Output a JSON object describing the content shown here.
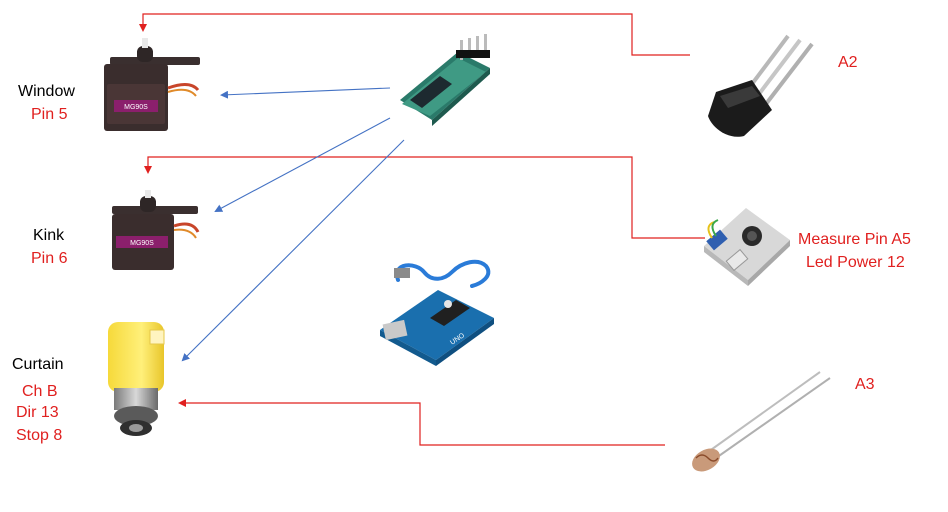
{
  "labels": {
    "window": {
      "name": "Window",
      "pin": "Pin 5"
    },
    "kink": {
      "name": "Kink",
      "pin": "Pin 6"
    },
    "curtain": {
      "name": "Curtain",
      "ch": "Ch B",
      "dir": "Dir 13",
      "stop": "Stop 8"
    },
    "temp_sensor": {
      "pin": "A2"
    },
    "dust_sensor": {
      "line1": "Measure Pin A5",
      "line2": "Led Power 12"
    },
    "ldr": {
      "pin": "A3"
    }
  },
  "chip_text": {
    "servo": "MG90S",
    "arduino": "UNO"
  },
  "colors": {
    "red_wire": "#e0201f",
    "blue_wire": "#4472c4"
  }
}
